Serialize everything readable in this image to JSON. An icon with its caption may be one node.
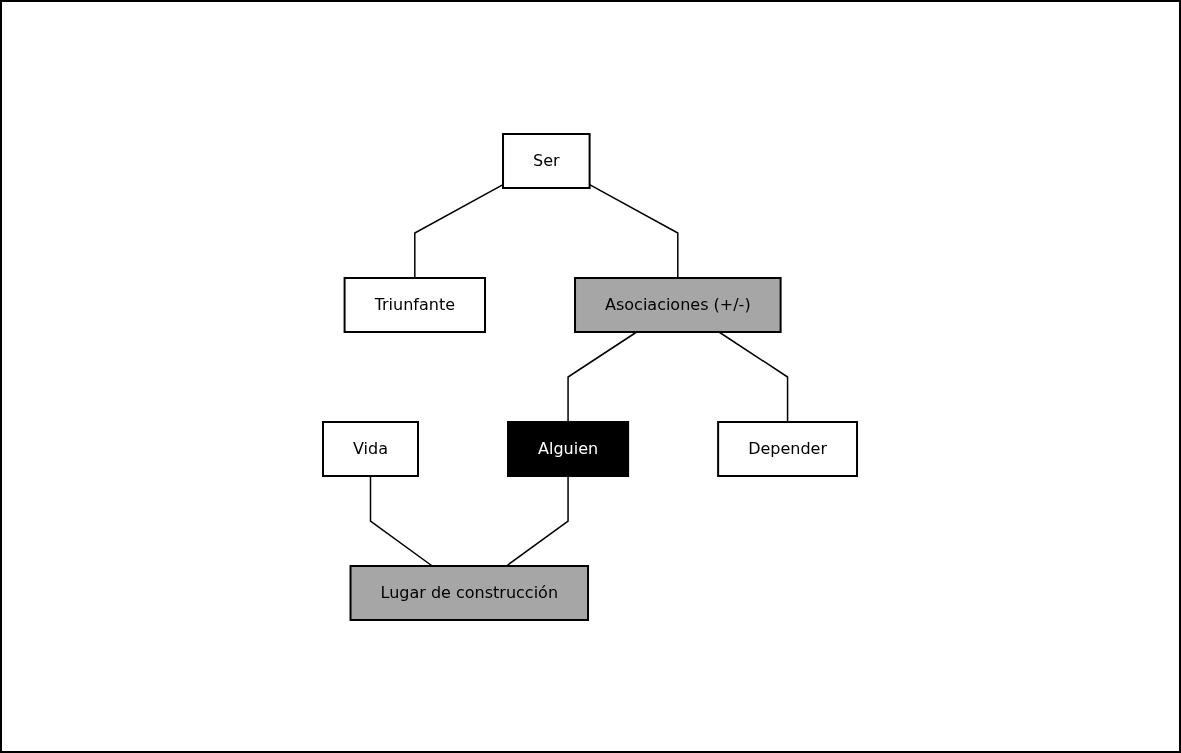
{
  "diagram": {
    "nodes": [
      {
        "text": [
          "Ser"
        ]
      },
      {
        "text": [
          "Triunfante"
        ]
      },
      {
        "text": [
          "Vida"
        ]
      },
      {
        "text": [
          "Asociaciones (+/-)"
        ]
      },
      {
        "text": [
          "Alguien"
        ]
      },
      {
        "text": [
          "Lugar de construcción"
        ]
      },
      {
        "text": [
          "Depender"
        ]
      }
    ],
    "edges": [
      {
        "from": 0,
        "to": 1,
        "arrow": "none"
      },
      {
        "from": 0,
        "to": 3,
        "arrow": "none"
      },
      {
        "from": 2,
        "to": 5,
        "arrow": "none"
      },
      {
        "from": 3,
        "to": 4,
        "arrow": "none"
      },
      {
        "from": 4,
        "to": 5,
        "arrow": "none"
      },
      {
        "from": 3,
        "to": 6,
        "arrow": "none"
      }
    ]
  }
}
